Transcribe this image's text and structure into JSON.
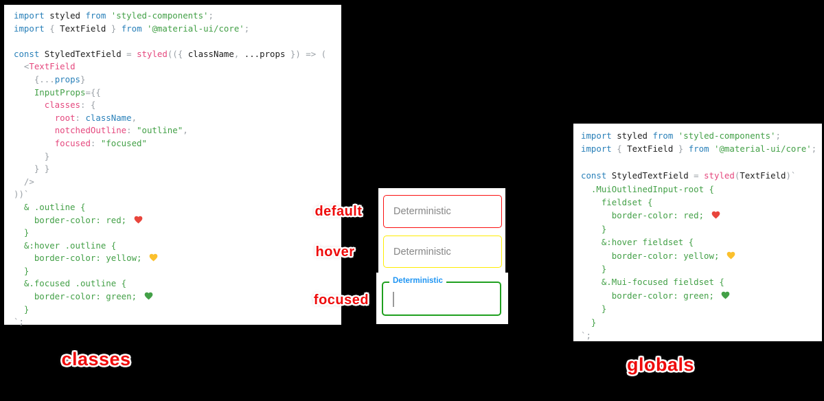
{
  "captions": {
    "left": "classes",
    "right": "globals"
  },
  "state_labels": [
    {
      "label": "default"
    },
    {
      "label": "hover"
    },
    {
      "label": "focused"
    }
  ],
  "fields": {
    "default_placeholder": "Deterministic",
    "hover_placeholder": "Deterministic",
    "focused_label": "Deterministic"
  },
  "colors": {
    "syntax": {
      "keyword": "#2980b9",
      "identifier": "#1d1d1d",
      "string": "#43a047",
      "css": "#43a047",
      "attribute": "#43a047",
      "component": "#e5487e",
      "punctuation": "#9aa0a6",
      "variable": "#2980b9"
    },
    "ui": {
      "red_border": "#fb0f0f",
      "yellow_border": "#ffec00",
      "green_border": "#1fa01f",
      "focus_label_blue": "#2196f3",
      "placeholder_gray": "#868686",
      "annotation_red": "#ee0b0b",
      "heart_red": "#e8453c",
      "heart_yellow": "#fbc02d",
      "heart_green": "#43a047"
    }
  },
  "code_left": {
    "title": "classes approach",
    "lines": [
      [
        {
          "t": "import",
          "c": "kw"
        },
        {
          "t": " styled ",
          "c": "id"
        },
        {
          "t": "from",
          "c": "kw"
        },
        {
          "t": " ",
          "c": "id"
        },
        {
          "t": "'styled-components'",
          "c": "str"
        },
        {
          "t": ";",
          "c": "pun"
        }
      ],
      [
        {
          "t": "import",
          "c": "kw"
        },
        {
          "t": " ",
          "c": "id"
        },
        {
          "t": "{",
          "c": "pun"
        },
        {
          "t": " TextField ",
          "c": "id"
        },
        {
          "t": "}",
          "c": "pun"
        },
        {
          "t": " ",
          "c": "id"
        },
        {
          "t": "from",
          "c": "kw"
        },
        {
          "t": " ",
          "c": "id"
        },
        {
          "t": "'@material-ui/core'",
          "c": "str"
        },
        {
          "t": ";",
          "c": "pun"
        }
      ],
      [],
      [
        {
          "t": "const",
          "c": "kw"
        },
        {
          "t": " StyledTextField ",
          "c": "id"
        },
        {
          "t": "=",
          "c": "pun"
        },
        {
          "t": " ",
          "c": "id"
        },
        {
          "t": "styled",
          "c": "pink"
        },
        {
          "t": "(({ ",
          "c": "pun"
        },
        {
          "t": "className",
          "c": "id"
        },
        {
          "t": ", ",
          "c": "pun"
        },
        {
          "t": "...props",
          "c": "id"
        },
        {
          "t": " }) ",
          "c": "pun"
        },
        {
          "t": "=>",
          "c": "pun"
        },
        {
          "t": " (",
          "c": "pun"
        }
      ],
      [
        {
          "t": "  ",
          "c": "id"
        },
        {
          "t": "<",
          "c": "pun"
        },
        {
          "t": "TextField",
          "c": "pink"
        }
      ],
      [
        {
          "t": "    ",
          "c": "id"
        },
        {
          "t": "{...",
          "c": "pun"
        },
        {
          "t": "props",
          "c": "var"
        },
        {
          "t": "}",
          "c": "pun"
        }
      ],
      [
        {
          "t": "    ",
          "c": "id"
        },
        {
          "t": "InputProps",
          "c": "attr"
        },
        {
          "t": "={{",
          "c": "pun"
        }
      ],
      [
        {
          "t": "      ",
          "c": "id"
        },
        {
          "t": "classes",
          "c": "pink"
        },
        {
          "t": ": {",
          "c": "pun"
        }
      ],
      [
        {
          "t": "        ",
          "c": "id"
        },
        {
          "t": "root",
          "c": "pink"
        },
        {
          "t": ": ",
          "c": "pun"
        },
        {
          "t": "className",
          "c": "var"
        },
        {
          "t": ",",
          "c": "pun"
        }
      ],
      [
        {
          "t": "        ",
          "c": "id"
        },
        {
          "t": "notchedOutline",
          "c": "pink"
        },
        {
          "t": ": ",
          "c": "pun"
        },
        {
          "t": "\"outline\"",
          "c": "str"
        },
        {
          "t": ",",
          "c": "pun"
        }
      ],
      [
        {
          "t": "        ",
          "c": "id"
        },
        {
          "t": "focused",
          "c": "pink"
        },
        {
          "t": ": ",
          "c": "pun"
        },
        {
          "t": "\"focused\"",
          "c": "str"
        }
      ],
      [
        {
          "t": "      }",
          "c": "pun"
        }
      ],
      [
        {
          "t": "    } }",
          "c": "pun"
        }
      ],
      [
        {
          "t": "  />",
          "c": "pun"
        }
      ],
      [
        {
          "t": "))`",
          "c": "pun"
        }
      ],
      [
        {
          "t": "  & .outline {",
          "c": "css"
        }
      ],
      [
        {
          "t": "    border-color: red; ",
          "c": "css"
        },
        {
          "icon": "heart",
          "color": "#e8453c",
          "name": "red-heart-emoji"
        }
      ],
      [
        {
          "t": "  }",
          "c": "css"
        }
      ],
      [
        {
          "t": "  &:hover .outline {",
          "c": "css"
        }
      ],
      [
        {
          "t": "    border-color: yellow; ",
          "c": "css"
        },
        {
          "icon": "heart",
          "color": "#fbc02d",
          "name": "yellow-heart-emoji"
        }
      ],
      [
        {
          "t": "  }",
          "c": "css"
        }
      ],
      [
        {
          "t": "  &.focused .outline {",
          "c": "css"
        }
      ],
      [
        {
          "t": "    border-color: green; ",
          "c": "css"
        },
        {
          "icon": "heart",
          "color": "#43a047",
          "name": "green-heart-emoji"
        }
      ],
      [
        {
          "t": "  }",
          "c": "css"
        }
      ],
      [
        {
          "t": "`;",
          "c": "pun"
        }
      ]
    ]
  },
  "code_right": {
    "title": "globals approach",
    "lines": [
      [
        {
          "t": "import",
          "c": "kw"
        },
        {
          "t": " styled ",
          "c": "id"
        },
        {
          "t": "from",
          "c": "kw"
        },
        {
          "t": " ",
          "c": "id"
        },
        {
          "t": "'styled-components'",
          "c": "str"
        },
        {
          "t": ";",
          "c": "pun"
        }
      ],
      [
        {
          "t": "import",
          "c": "kw"
        },
        {
          "t": " ",
          "c": "id"
        },
        {
          "t": "{",
          "c": "pun"
        },
        {
          "t": " TextField ",
          "c": "id"
        },
        {
          "t": "}",
          "c": "pun"
        },
        {
          "t": " ",
          "c": "id"
        },
        {
          "t": "from",
          "c": "kw"
        },
        {
          "t": " ",
          "c": "id"
        },
        {
          "t": "'@material-ui/core'",
          "c": "str"
        },
        {
          "t": ";",
          "c": "pun"
        }
      ],
      [],
      [
        {
          "t": "const",
          "c": "kw"
        },
        {
          "t": " StyledTextField ",
          "c": "id"
        },
        {
          "t": "=",
          "c": "pun"
        },
        {
          "t": " ",
          "c": "id"
        },
        {
          "t": "styled",
          "c": "pink"
        },
        {
          "t": "(",
          "c": "pun"
        },
        {
          "t": "TextField",
          "c": "id"
        },
        {
          "t": ")`",
          "c": "pun"
        }
      ],
      [
        {
          "t": "  .MuiOutlinedInput-root {",
          "c": "css"
        }
      ],
      [
        {
          "t": "    fieldset {",
          "c": "css"
        }
      ],
      [
        {
          "t": "      border-color: red; ",
          "c": "css"
        },
        {
          "icon": "heart",
          "color": "#e8453c",
          "name": "red-heart-emoji"
        }
      ],
      [
        {
          "t": "    }",
          "c": "css"
        }
      ],
      [
        {
          "t": "    &:hover fieldset {",
          "c": "css"
        }
      ],
      [
        {
          "t": "      border-color: yellow; ",
          "c": "css"
        },
        {
          "icon": "heart",
          "color": "#fbc02d",
          "name": "yellow-heart-emoji"
        }
      ],
      [
        {
          "t": "    }",
          "c": "css"
        }
      ],
      [
        {
          "t": "    &.Mui-focused fieldset {",
          "c": "css"
        }
      ],
      [
        {
          "t": "      border-color: green; ",
          "c": "css"
        },
        {
          "icon": "heart",
          "color": "#43a047",
          "name": "green-heart-emoji"
        }
      ],
      [
        {
          "t": "    }",
          "c": "css"
        }
      ],
      [
        {
          "t": "  }",
          "c": "css"
        }
      ],
      [
        {
          "t": "`;",
          "c": "pun"
        }
      ]
    ]
  }
}
